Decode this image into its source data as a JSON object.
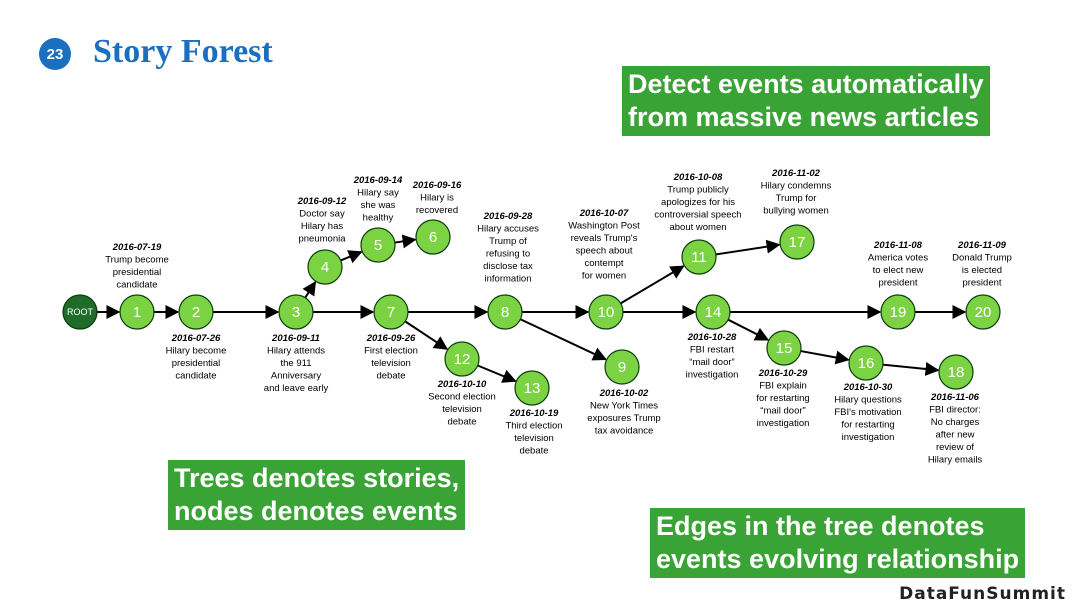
{
  "slide": {
    "page_number": "23",
    "title": "Story Forest",
    "brand": "DataFunSummit",
    "accent_color": "#1a6fc0",
    "callout_color": "#3aa335"
  },
  "callouts": [
    {
      "id": "detect",
      "lines": [
        "Detect events automatically",
        "from massive news articles"
      ]
    },
    {
      "id": "trees",
      "lines": [
        "Trees denotes stories,",
        "nodes denotes events"
      ]
    },
    {
      "id": "edges",
      "lines": [
        "Edges in the tree denotes",
        "events evolving relationship"
      ]
    }
  ],
  "tree": {
    "root_label": "ROOT",
    "nodes": [
      {
        "id": "1",
        "date": "2016-07-19",
        "desc": [
          "Trump become",
          "presidential",
          "candidate"
        ]
      },
      {
        "id": "2",
        "date": "2016-07-26",
        "desc": [
          "Hilary become",
          "presidential",
          "candidate"
        ]
      },
      {
        "id": "3",
        "date": "2016-09-11",
        "desc": [
          "Hilary attends",
          "the 911",
          "Anniversary",
          "and leave early"
        ]
      },
      {
        "id": "4",
        "date": "2016-09-12",
        "desc": [
          "Doctor say",
          "Hilary has",
          "pneumonia"
        ]
      },
      {
        "id": "5",
        "date": "2016-09-14",
        "desc": [
          "Hilary say",
          "she was",
          "healthy"
        ]
      },
      {
        "id": "6",
        "date": "2016-09-16",
        "desc": [
          "Hilary is",
          "recovered"
        ]
      },
      {
        "id": "7",
        "date": "2016-09-26",
        "desc": [
          "First election",
          "television",
          "debate"
        ]
      },
      {
        "id": "8",
        "date": "2016-09-28",
        "desc": [
          "Hilary accuses",
          "Trump of",
          "refusing to",
          "disclose tax",
          "information"
        ]
      },
      {
        "id": "9",
        "date": "2016-10-02",
        "desc": [
          "New York Times",
          "exposures Trump",
          "tax avoidance"
        ]
      },
      {
        "id": "10",
        "date": "2016-10-07",
        "desc": [
          "Washington Post",
          "reveals Trump's",
          "speech about",
          "contempt",
          "for women"
        ]
      },
      {
        "id": "11",
        "date": "2016-10-08",
        "desc": [
          "Trump publicly",
          "apologizes for his",
          "controversial speech",
          "about women"
        ]
      },
      {
        "id": "12",
        "date": "2016-10-10",
        "desc": [
          "Second election",
          "television",
          "debate"
        ]
      },
      {
        "id": "13",
        "date": "2016-10-19",
        "desc": [
          "Third election",
          "television",
          "debate"
        ]
      },
      {
        "id": "14",
        "date": "2016-10-28",
        "desc": [
          "FBI restart",
          "“mail door”",
          "investigation"
        ]
      },
      {
        "id": "15",
        "date": "2016-10-29",
        "desc": [
          "FBI explain",
          "for restarting",
          "“mail door”",
          "investigation"
        ]
      },
      {
        "id": "16",
        "date": "2016-10-30",
        "desc": [
          "Hilary questions",
          "FBI's motivation",
          "for restarting",
          "investigation"
        ]
      },
      {
        "id": "17",
        "date": "2016-11-02",
        "desc": [
          "Hilary condemns",
          "Trump for",
          "bullying women"
        ]
      },
      {
        "id": "18",
        "date": "2016-11-06",
        "desc": [
          "FBI director:",
          "No charges",
          "after new",
          "review of",
          "Hilary emails"
        ]
      },
      {
        "id": "19",
        "date": "2016-11-08",
        "desc": [
          "America votes",
          "to elect new",
          "president"
        ]
      },
      {
        "id": "20",
        "date": "2016-11-09",
        "desc": [
          "Donald Trump",
          "is elected",
          "president"
        ]
      }
    ],
    "edges": [
      [
        "ROOT",
        "1"
      ],
      [
        "1",
        "2"
      ],
      [
        "2",
        "3"
      ],
      [
        "3",
        "4"
      ],
      [
        "4",
        "5"
      ],
      [
        "5",
        "6"
      ],
      [
        "3",
        "7"
      ],
      [
        "7",
        "8"
      ],
      [
        "7",
        "12"
      ],
      [
        "12",
        "13"
      ],
      [
        "8",
        "9"
      ],
      [
        "8",
        "10"
      ],
      [
        "10",
        "11"
      ],
      [
        "11",
        "17"
      ],
      [
        "10",
        "14"
      ],
      [
        "14",
        "15"
      ],
      [
        "15",
        "16"
      ],
      [
        "16",
        "18"
      ],
      [
        "14",
        "19"
      ],
      [
        "19",
        "20"
      ]
    ]
  }
}
